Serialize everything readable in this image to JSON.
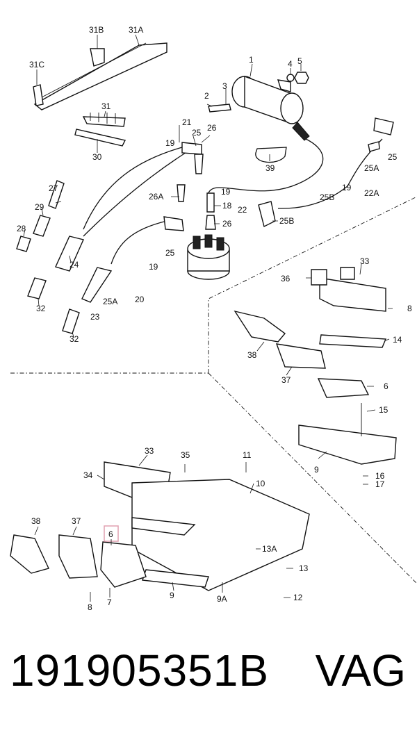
{
  "callouts": {
    "c31B": "31B",
    "c31A": "31A",
    "c31C": "31C",
    "c31": "31",
    "c30": "30",
    "c1": "1",
    "c2": "2",
    "c3": "3",
    "c4": "4",
    "c5": "5",
    "c21": "21",
    "c25a": "25",
    "c26a": "26",
    "c19a": "19",
    "c27": "27",
    "c29": "29",
    "c28": "28",
    "c24": "24",
    "c32a": "32",
    "c32b": "32",
    "c26A": "26A",
    "c18": "18",
    "c19b": "19",
    "c22": "22",
    "c26b": "26",
    "c25B": "25B",
    "c39": "39",
    "c25b": "25",
    "c25c": "25",
    "c25A_a": "25A",
    "c25A_b": "25A",
    "c23": "23",
    "c20": "20",
    "c19c": "19",
    "c19d": "19",
    "c25B_b": "25B",
    "c22A": "22A",
    "c36": "36",
    "c33a": "33",
    "c8a": "8",
    "c14": "14",
    "c38a": "38",
    "c37a": "37",
    "c6a": "6",
    "c15": "15",
    "c9a": "9",
    "c16": "16",
    "c17": "17",
    "c33b": "33",
    "c35": "35",
    "c11": "11",
    "c34": "34",
    "c10": "10",
    "c38b": "38",
    "c37b": "37",
    "c6b": "6",
    "c13A": "13A",
    "c13": "13",
    "c8b": "8",
    "c7": "7",
    "c9b": "9",
    "c9A": "9A",
    "c12": "12"
  },
  "highlight_color": "#e0a0b0",
  "footer": {
    "part_number": "191905351B",
    "brand": "VAG"
  }
}
